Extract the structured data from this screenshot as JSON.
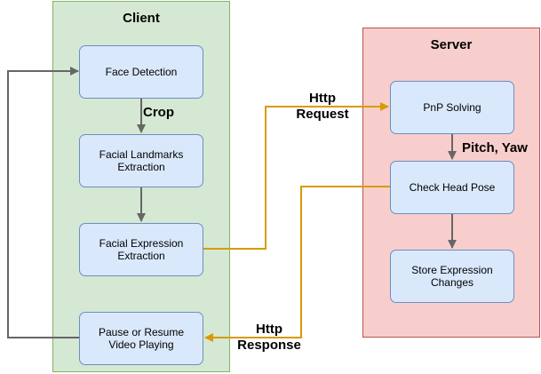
{
  "diagram": {
    "lanes": {
      "client": {
        "title": "Client",
        "fill": "#d5e8d4",
        "stroke": "#82b366"
      },
      "server": {
        "title": "Server",
        "fill": "#f8cecc",
        "stroke": "#b85450"
      }
    },
    "nodes": {
      "face_detection": "Face Detection",
      "facial_landmarks": "Facial Landmarks Extraction",
      "facial_expression": "Facial Expression Extraction",
      "pause_resume": "Pause or Resume Video Playing",
      "pnp_solving": "PnP Solving",
      "check_head_pose": "Check Head Pose",
      "store_expression": "Store Expression Changes"
    },
    "edge_labels": {
      "crop": "Crop",
      "pitch_yaw": "Pitch, Yaw",
      "http_request_line1": "Http",
      "http_request_line2": "Request",
      "http_response_line1": "Http",
      "http_response_line2": "Response"
    },
    "colors": {
      "node_fill": "#dae8fc",
      "node_stroke": "#6c8ebf",
      "local_arrow": "#666666",
      "http_arrow": "#d79b00"
    }
  }
}
